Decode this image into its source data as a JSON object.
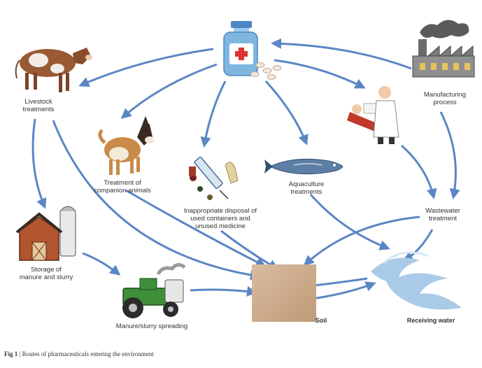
{
  "nodes": {
    "livestock": "Livestock\ntreatments",
    "companion": "Treatment of\ncompanion animals",
    "disposal": "Inappropriate disposal of\nused containers and\nunused medicine",
    "aquaculture": "Aquaculture\ntreatments",
    "manufacturing": "Manufacturing\nprocess",
    "wastewater": "Wastewater\ntreatment",
    "storage": "Storage of\nmanure and slurry",
    "spreading": "Manure/slurry spreading",
    "soil": "Soil",
    "receiving_water": "Receiving water"
  },
  "caption": {
    "figure": "Fig 1",
    "separator": " | ",
    "text": "Routes of pharmaceuticals entering the environment"
  },
  "colors": {
    "arrow": "#5b86c5",
    "soil": "#c9a98a",
    "water": "#a9cbe8",
    "tractor": "#3f8f3a",
    "barn": "#b2552e",
    "bottle": "#7fb6e0"
  },
  "icons": [
    "cow-icon",
    "dog-icon",
    "medicine-bottle-icon",
    "pills-icon",
    "factory-icon",
    "doctor-patient-icon",
    "syringe-waste-icon",
    "fish-icon",
    "barn-silo-icon",
    "tractor-icon",
    "soil-patch-icon",
    "water-wave-icon"
  ]
}
